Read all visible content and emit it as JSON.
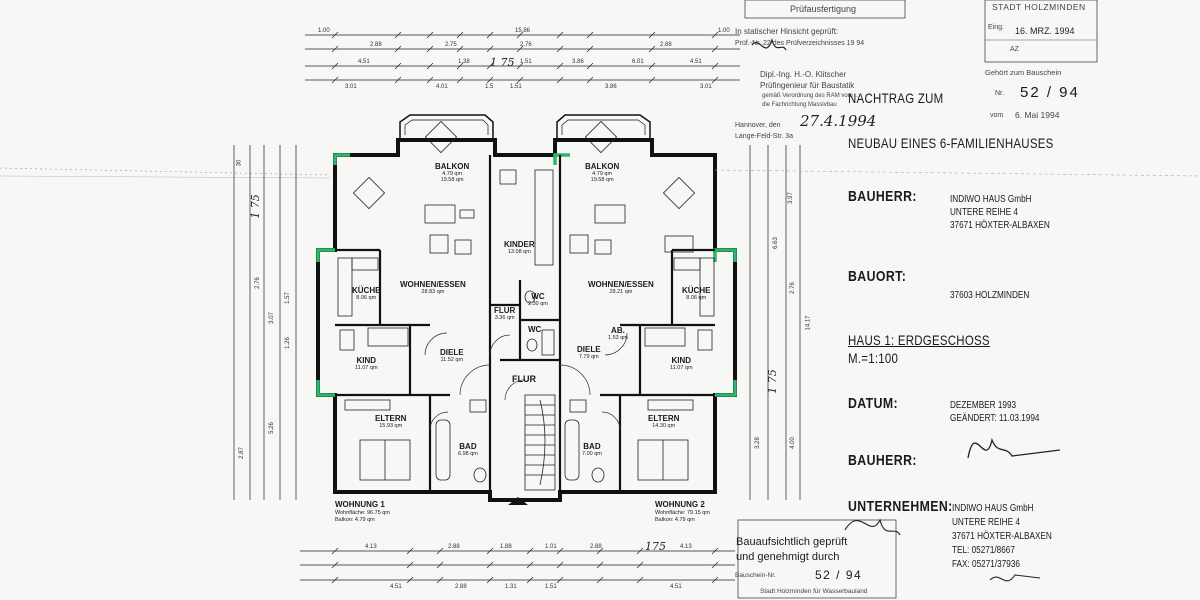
{
  "stamp_top": {
    "pruefausfertigung": "Prüfausfertigung",
    "statisch_line1": "In statischer Hinsicht geprüft:",
    "statisch_line2": "Prüf.-Nr. 22 des Prüfverzeichnisses 19 94",
    "pruefer_line1": "Dipl.-Ing. H.-O. Klitscher",
    "pruefer_line2": "Prüfingenieur für Baustatik",
    "pruefer_line3": "gemäß Verordnung des RAM vom ...",
    "pruefer_line4": "die Fachrichtung Massivbau",
    "pruefer_line5": "Hannover, den",
    "pruefer_date": "27.4.1994",
    "pruefer_line6": "Lange-Feld-Str. 3a"
  },
  "stamp_city": {
    "title": "STADT HOLZMINDEN",
    "eing_label": "Eing.",
    "eing_date": "16. MRZ. 1994",
    "az_label": "AZ",
    "gehoert": "Gehört zum Bauschein",
    "nr_label": "Nr.",
    "nr_value": "52 / 94",
    "vom_label": "vom",
    "vom_date": "6. Mai 1994"
  },
  "title_block": {
    "nachtrag": "NACHTRAG ZUM",
    "neubau": "NEUBAU EINES 6-FAMILIENHAUSES",
    "bauherr_label": "BAUHERR:",
    "bauherr_lines": [
      "INDIWO HAUS GmbH",
      "UNTERE REIHE 4",
      "37671 HÖXTER-ALBAXEN"
    ],
    "bauort_label": "BAUORT:",
    "bauort_value": "37603 HOLZMINDEN",
    "haus": "HAUS 1: ERDGESCHOSS",
    "massstab": "M.=1:100",
    "datum_label": "DATUM:",
    "datum_value": "DEZEMBER 1993",
    "geaendert": "GEÄNDERT: 11.03.1994",
    "bauherr2_label": "BAUHERR:",
    "unternehmen_label": "UNTERNEHMEN:",
    "unternehmen_lines": [
      "INDIWO HAUS GmbH",
      "UNTERE REIHE 4",
      "37671 HÖXTER-ALBAXEN",
      "TEL: 05271/8667",
      "FAX: 05271/37936"
    ]
  },
  "stamp_bottom": {
    "line1": "Bauaufsichtlich geprüft",
    "line2": "und genehmigt durch",
    "bauschein_label": "Bauschein-Nr.",
    "bauschein_value": "52 / 94",
    "line4": "Stadt Holzminden für Wasserbauland"
  },
  "rooms": [
    {
      "name": "BALKON",
      "area": "4.79 qm",
      "sub": "19.58 qm"
    },
    {
      "name": "BALKON",
      "area": "4.79 qm",
      "sub": "19.58 qm"
    },
    {
      "name": "KINDER",
      "area": "13.08 qm"
    },
    {
      "name": "WOHNEN/ESSEN",
      "area": "28.83 qm"
    },
    {
      "name": "WOHNEN/ESSEN",
      "area": "28.21 qm"
    },
    {
      "name": "KÜCHE",
      "area": "8.06 qm"
    },
    {
      "name": "KÜCHE",
      "area": "8.06 qm"
    },
    {
      "name": "FLUR",
      "area": "3.36 qm"
    },
    {
      "name": "WC",
      "area": "2.30 qm"
    },
    {
      "name": "WC"
    },
    {
      "name": "AB.",
      "area": "1.53 qm"
    },
    {
      "name": "KIND",
      "area": "11.07 qm"
    },
    {
      "name": "KIND",
      "area": "11.07 qm"
    },
    {
      "name": "DIELE",
      "area": "11.52 qm"
    },
    {
      "name": "DIELE",
      "area": "7.79 qm"
    },
    {
      "name": "FLUR"
    },
    {
      "name": "ELTERN",
      "area": "15.93 qm"
    },
    {
      "name": "ELTERN",
      "area": "14.30 qm"
    },
    {
      "name": "BAD",
      "area": "6.98 qm"
    },
    {
      "name": "BAD",
      "area": "7.00 qm"
    }
  ],
  "apartments": [
    {
      "name": "WOHNUNG 1",
      "flaeche": "Wohnfläche: 96.75 qm",
      "balkon": "Balkon: 4.79 qm"
    },
    {
      "name": "WOHNUNG 2",
      "flaeche": "Wohnfläche: 79.15 qm",
      "balkon": "Balkon: 4.79 qm"
    }
  ],
  "dims_top": {
    "row1": [
      "1.00",
      "15.86",
      "1.00"
    ],
    "row2": [
      "2.88",
      "2.75",
      "2.76",
      "2.88"
    ],
    "row3": [
      "4.51",
      "1.38",
      "1.51",
      "3.86",
      "6.01",
      "4.51"
    ],
    "row4": [
      "3.01",
      "4.01",
      "1.5",
      "1.51",
      "3.86",
      "3.01"
    ]
  },
  "dims_bottom": {
    "row1": [
      "4.13",
      "2.88",
      "1.88",
      "1.01",
      "2.88",
      "4.13"
    ],
    "row2": [
      "4.51",
      "2.88",
      "1.31",
      "1.51",
      "4.51"
    ]
  },
  "dims_left": [
    "30",
    "2.76",
    "1.57",
    "3.07",
    "1.26",
    "5.26",
    "2.87"
  ],
  "dims_right": [
    "3.97",
    "6.63",
    "2.76",
    "14.17",
    "3.28",
    "4.00"
  ],
  "handwritten": {
    "n175a": "1 75",
    "n175b": "1 75",
    "n175c": "1 75",
    "n175d": "175",
    "signature": "Klitscher",
    "sign2": "Müller"
  },
  "colors": {
    "ink": "#1a1a1a",
    "green": "#2fb56a",
    "paper": "#f7f7f5"
  }
}
